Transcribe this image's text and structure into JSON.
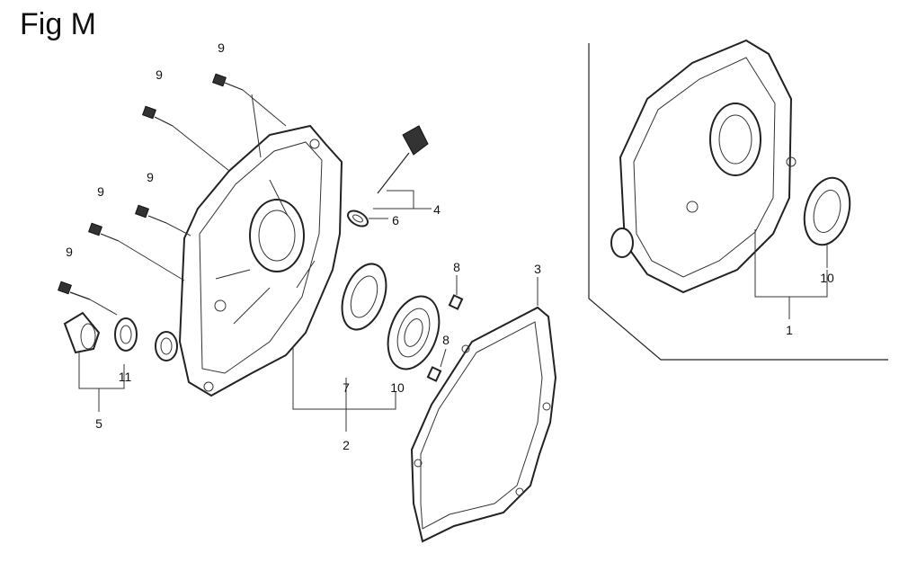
{
  "title": "Fig M",
  "callouts": {
    "c9a": "9",
    "c9b": "9",
    "c9c": "9",
    "c9d": "9",
    "c9e": "9",
    "c4": "4",
    "c6": "6",
    "c8a": "8",
    "c8b": "8",
    "c3": "3",
    "c7": "7",
    "c10a": "10",
    "c2": "2",
    "c11": "11",
    "c5": "5",
    "c10b": "10",
    "c1": "1"
  }
}
